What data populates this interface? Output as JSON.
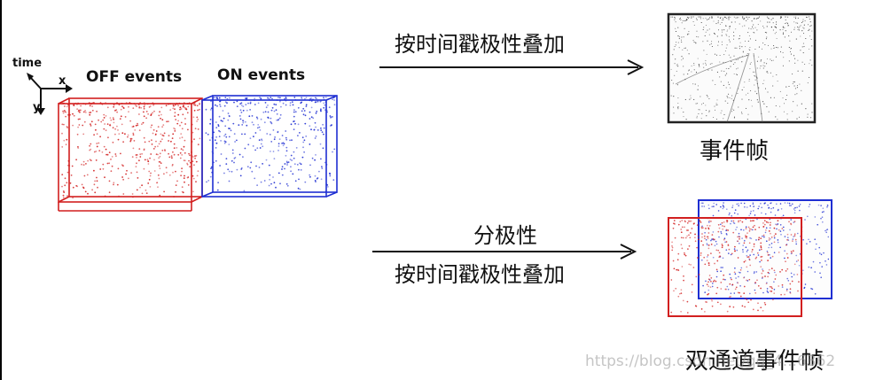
{
  "left_panel": {
    "axis_time": "time",
    "axis_x": "x",
    "axis_y": "y",
    "off_title": "OFF events",
    "on_title": "ON events"
  },
  "arrow_top": {
    "label": "按时间戳极性叠加"
  },
  "arrow_bottom": {
    "line1": "分极性",
    "line2": "按时间戳极性叠加"
  },
  "output_top": {
    "caption": "事件帧"
  },
  "output_bottom": {
    "caption": "双通道事件帧"
  },
  "watermark": "https://blog.csdn.net/qq_4...6362",
  "colors": {
    "off": "#d21f1f",
    "on": "#1f2fd2",
    "frame": "#222222"
  }
}
